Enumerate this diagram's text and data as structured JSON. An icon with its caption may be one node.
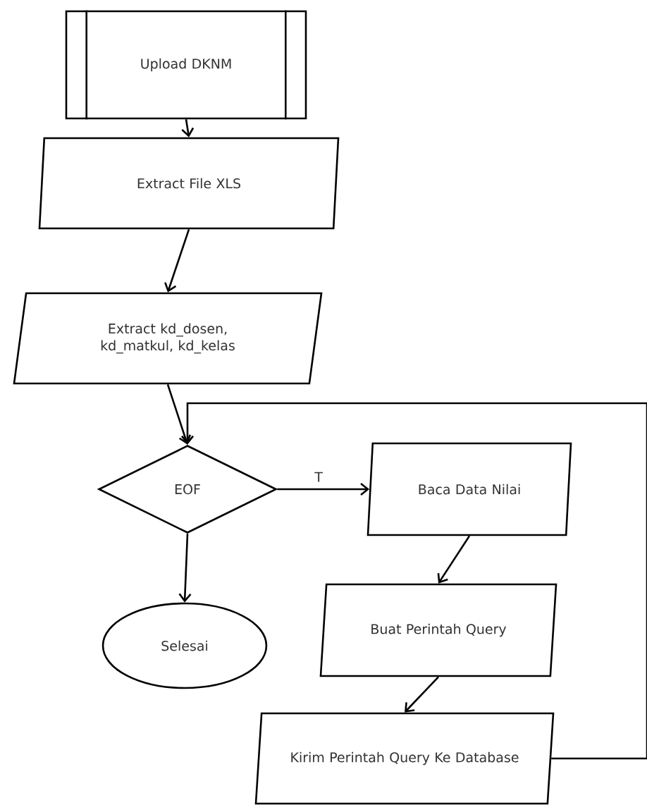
{
  "diagram": {
    "nodes": [
      {
        "text": [
          "Upload DKNM"
        ]
      },
      {
        "text": [
          "Extract File XLS"
        ]
      },
      {
        "text": [
          "Extract kd_dosen, kd_matkul, kd_kelas"
        ]
      },
      {
        "text": [
          "EOF"
        ]
      },
      {
        "text": [
          "Selesai"
        ]
      },
      {
        "text": [
          "Baca Data Nilai"
        ]
      },
      {
        "text": [
          "Buat Perintah Query"
        ]
      },
      {
        "text": [
          "Kirim Perintah Query Ke Database"
        ]
      }
    ],
    "edges": [
      {
        "from": 0,
        "to": 1,
        "arrow": "to"
      },
      {
        "from": 1,
        "to": 2,
        "arrow": "to"
      },
      {
        "from": 2,
        "to": 3,
        "arrow": "to"
      },
      {
        "from": 3,
        "to": 4,
        "arrow": "to"
      },
      {
        "from": 3,
        "to": 5,
        "label": "T",
        "arrow": "to"
      },
      {
        "from": 5,
        "to": 6,
        "arrow": "to"
      },
      {
        "from": 6,
        "to": 7,
        "arrow": "to"
      },
      {
        "from": 7,
        "to": 3,
        "arrow": "to"
      }
    ]
  }
}
